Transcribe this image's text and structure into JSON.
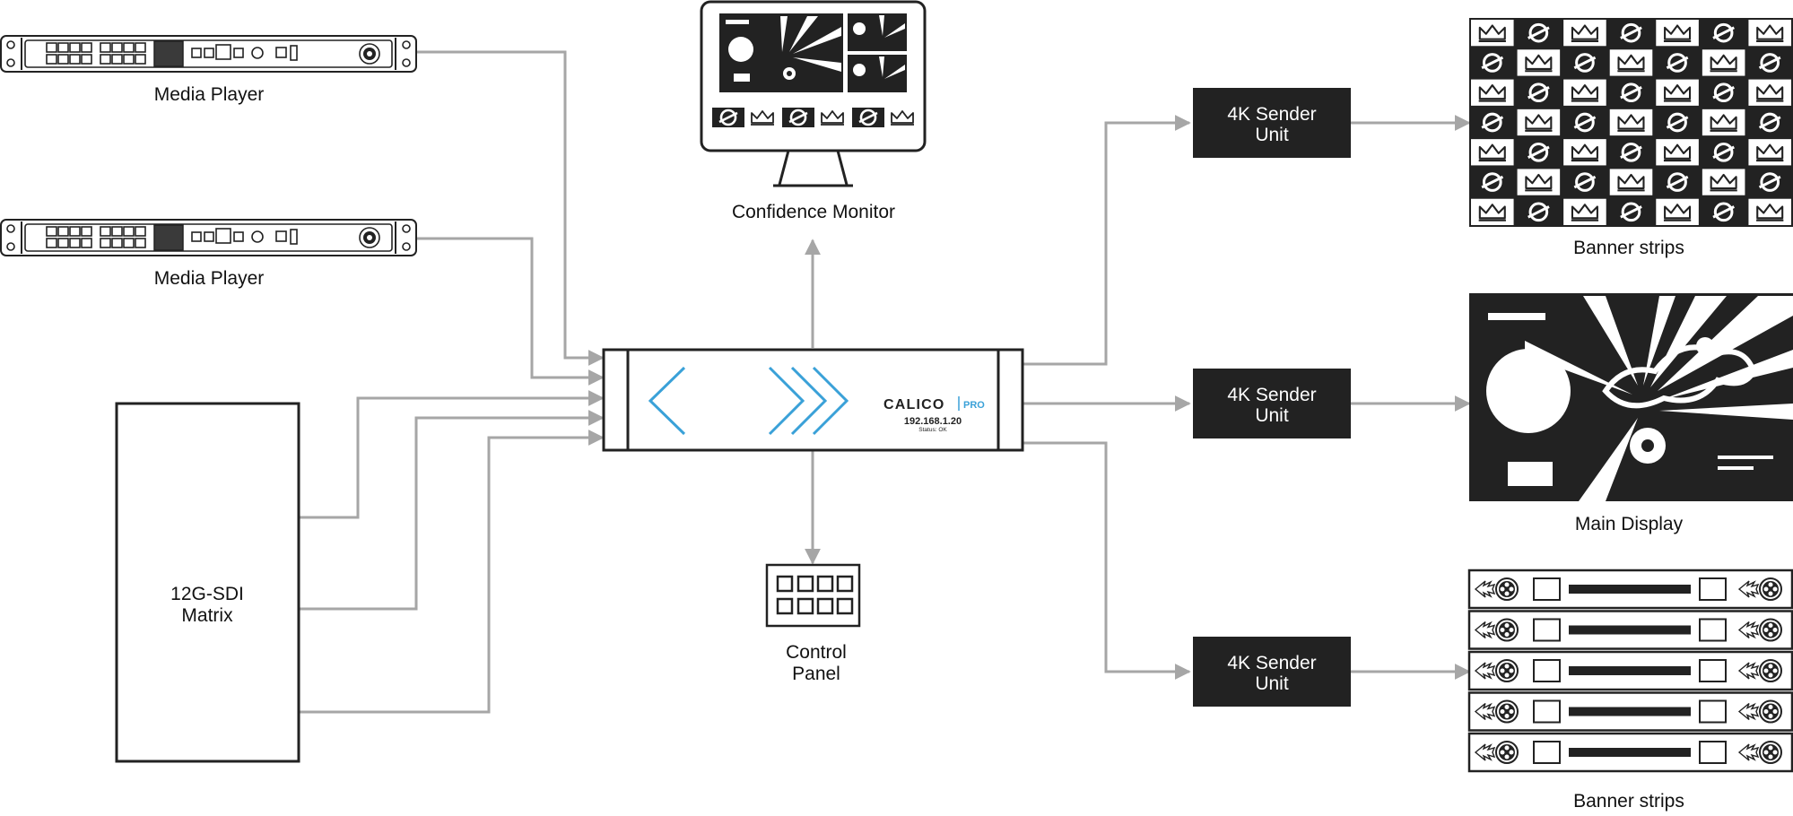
{
  "colors": {
    "wire": "#a6a6a6",
    "ink": "#222222",
    "accent": "#3aa1d8"
  },
  "diagram": {
    "media_player_1": {
      "label": "Media Player"
    },
    "media_player_2": {
      "label": "Media Player"
    },
    "matrix": {
      "label_line1": "12G-SDI",
      "label_line2": "Matrix"
    },
    "processor": {
      "brand": "CALICO",
      "edition": "PRO",
      "ip": "192.168.1.20",
      "status": "Status: OK"
    },
    "confidence_monitor": {
      "label": "Confidence Monitor"
    },
    "control_panel": {
      "label_line1": "Control",
      "label_line2": "Panel"
    },
    "sender_1": {
      "label_line1": "4K Sender",
      "label_line2": "Unit"
    },
    "sender_2": {
      "label_line1": "4K Sender",
      "label_line2": "Unit"
    },
    "sender_3": {
      "label_line1": "4K Sender",
      "label_line2": "Unit"
    },
    "display_top": {
      "label": "Banner strips",
      "icon": "crown-and-ball-pattern-icon"
    },
    "display_main": {
      "label": "Main Display",
      "icon": "stadium-graphic-icon"
    },
    "display_bottom": {
      "label": "Banner strips",
      "icon": "film-reel-strips-icon"
    }
  }
}
